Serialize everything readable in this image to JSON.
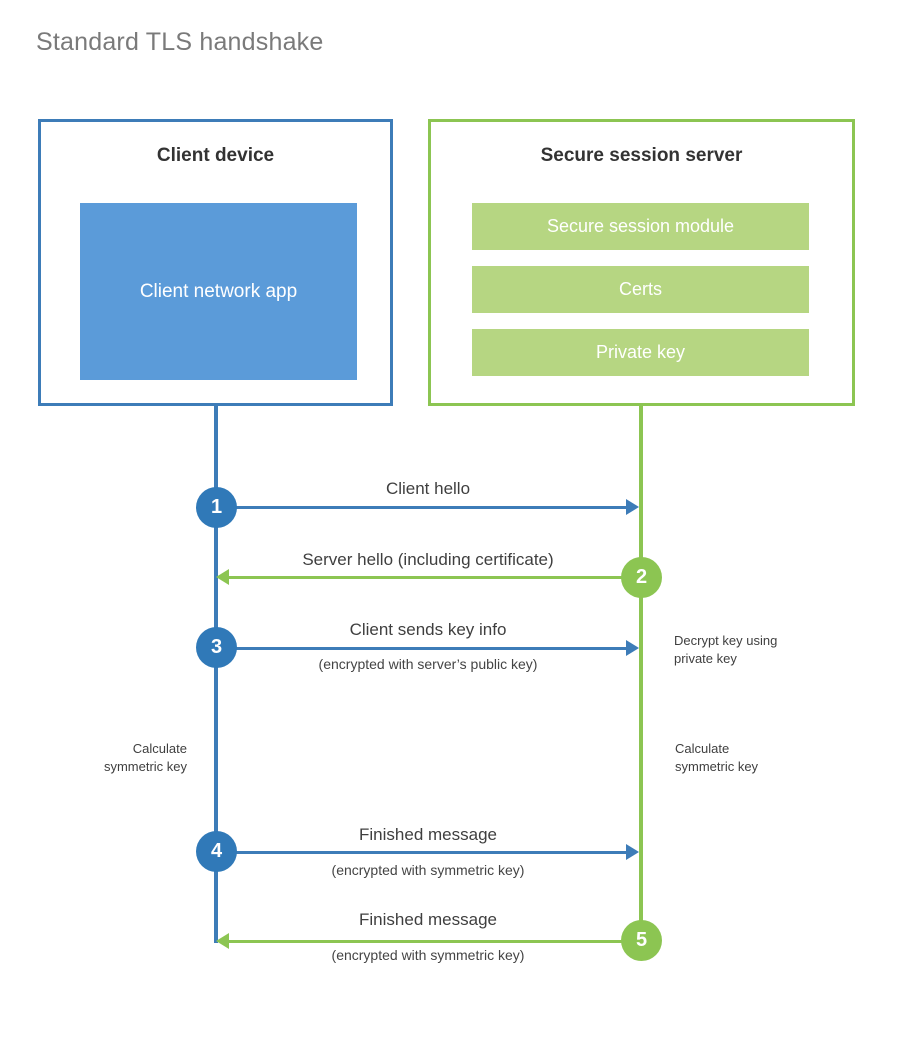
{
  "title": "Standard TLS handshake",
  "colors": {
    "client_blue": "#3d7cb8",
    "client_fill": "#5b9bd9",
    "server_green": "#8cc552",
    "server_fill": "#b6d682",
    "circle_blue": "#3079b8",
    "circle_green": "#8cc552",
    "title_gray": "#7a7a7a",
    "text_dark": "#333333"
  },
  "client": {
    "title": "Client device",
    "app_label": "Client network app"
  },
  "server": {
    "title": "Secure session server",
    "modules": [
      {
        "label": "Secure session module"
      },
      {
        "label": "Certs"
      },
      {
        "label": "Private key"
      }
    ]
  },
  "steps": [
    {
      "number": "1",
      "label": "Client hello",
      "sub": "",
      "direction": "client-to-server",
      "color": "blue"
    },
    {
      "number": "2",
      "label": "Server hello (including certificate)",
      "sub": "",
      "direction": "server-to-client",
      "color": "green"
    },
    {
      "number": "3",
      "label": "Client sends key info",
      "sub": "(encrypted with server’s public key)",
      "direction": "client-to-server",
      "color": "blue"
    },
    {
      "number": "4",
      "label": "Finished message",
      "sub": "(encrypted with symmetric key)",
      "direction": "client-to-server",
      "color": "blue"
    },
    {
      "number": "5",
      "label": "Finished message",
      "sub": "(encrypted with symmetric key)",
      "direction": "server-to-client",
      "color": "green"
    }
  ],
  "notes": {
    "decrypt_key": "Decrypt key using\nprivate key",
    "decrypt_key_line1": "Decrypt key using",
    "decrypt_key_line2": "private key",
    "calculate_client_line1": "Calculate",
    "calculate_client_line2": "symmetric key",
    "calculate_server_line1": "Calculate",
    "calculate_server_line2": "symmetric key"
  }
}
